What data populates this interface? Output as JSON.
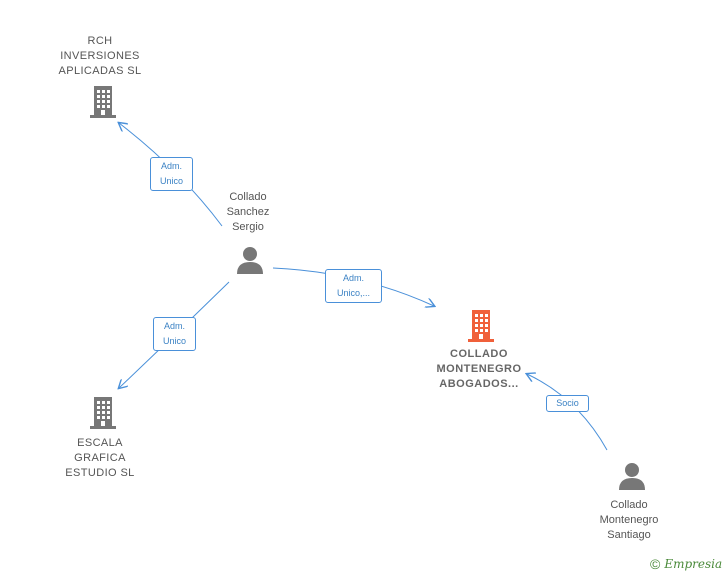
{
  "nodes": {
    "rch": {
      "label": "RCH\nINVERSIONES\nAPLICADAS  SL",
      "type": "company",
      "icon": "building-icon"
    },
    "escala": {
      "label": "ESCALA\nGRAFICA\nESTUDIO  SL",
      "type": "company",
      "icon": "building-icon"
    },
    "collado_abogados": {
      "label": "COLLADO\nMONTENEGRO\nABOGADOS...",
      "type": "company-focus",
      "icon": "building-icon"
    },
    "sergio": {
      "label": "Collado\nSanchez\nSergio",
      "type": "person",
      "icon": "person-icon"
    },
    "santiago": {
      "label": "Collado\nMontenegro\nSantiago",
      "type": "person",
      "icon": "person-icon"
    }
  },
  "edges": [
    {
      "from": "sergio",
      "to": "rch",
      "label": "Adm.\nUnico"
    },
    {
      "from": "sergio",
      "to": "escala",
      "label": "Adm.\nUnico"
    },
    {
      "from": "sergio",
      "to": "collado_abogados",
      "label": "Adm.\nUnico,..."
    },
    {
      "from": "santiago",
      "to": "collado_abogados",
      "label": "Socio"
    }
  ],
  "colors": {
    "edge": "#4a90d9",
    "company_icon": "#777777",
    "focus_icon": "#f0603a",
    "person_icon": "#777777",
    "brand": "#4a8a3a"
  },
  "footer": {
    "copyright": "©",
    "brand": "Empresia"
  }
}
